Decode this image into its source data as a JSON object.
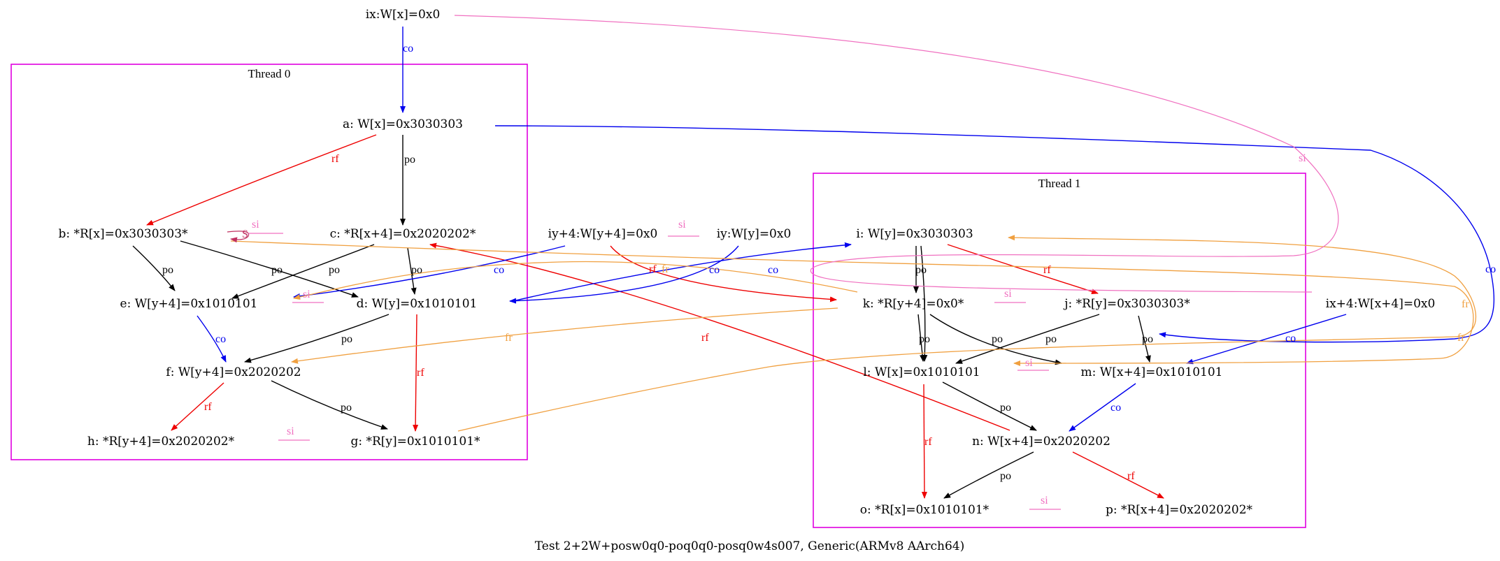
{
  "caption": "Test 2+2W+posw0q0-poq0q0-posq0w4s007, Generic(ARMv8 AArch64)",
  "colors": {
    "cluster": "#e000e0",
    "po": "#000000",
    "rf": "#ee0000",
    "co": "#0000ee",
    "fr": "#f0a040",
    "si": "#f070c0",
    "si_self": "#c03060"
  },
  "clusters": {
    "thread0": "Thread 0",
    "thread1": "Thread 1"
  },
  "nodes": {
    "ix": "ix:W[x]=0x0",
    "a": "a: W[x]=0x3030303",
    "b": "b: *R[x]=0x3030303*",
    "c": "c: *R[x+4]=0x2020202*",
    "d": "d: W[y]=0x1010101",
    "e": "e: W[y+4]=0x1010101",
    "f": "f: W[y+4]=0x2020202",
    "g": "g: *R[y]=0x1010101*",
    "h": "h: *R[y+4]=0x2020202*",
    "iy4": "iy+4:W[y+4]=0x0",
    "iy": "iy:W[y]=0x0",
    "i": "i: W[y]=0x3030303",
    "j": "j: *R[y]=0x3030303*",
    "k": "k: *R[y+4]=0x0*",
    "l": "l: W[x]=0x1010101",
    "m": "m: W[x+4]=0x1010101",
    "n": "n: W[x+4]=0x2020202",
    "o": "o: *R[x]=0x1010101*",
    "p": "p: *R[x+4]=0x2020202*",
    "ix4": "ix+4:W[x+4]=0x0"
  },
  "edge_labels": {
    "po": "po",
    "rf": "rf",
    "co": "co",
    "fr": "fr",
    "si": "si",
    "s": "S"
  }
}
